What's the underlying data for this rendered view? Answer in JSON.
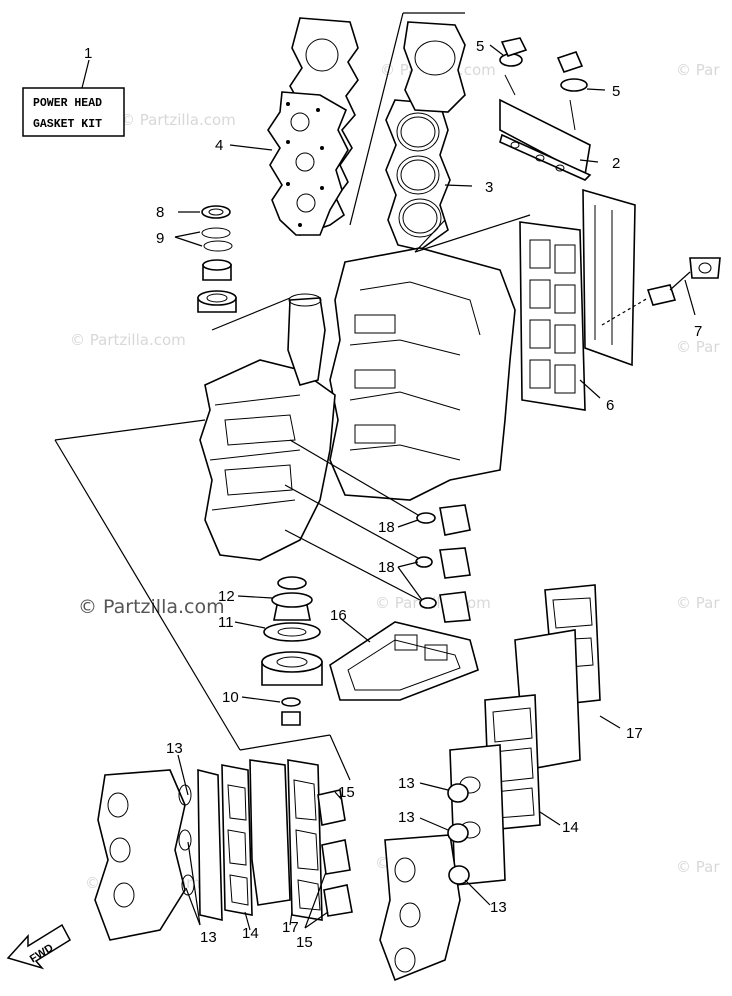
{
  "kit_label": {
    "line1": "POWER HEAD",
    "line2": "GASKET KIT"
  },
  "watermarks": {
    "main": "© Partzilla.com",
    "repeat": "© Partzilla.com",
    "right_edge": "© Par"
  },
  "fwd_label": "FWD",
  "callouts": {
    "c1": "1",
    "c2": "2",
    "c3": "3",
    "c4": "4",
    "c5a": "5",
    "c5b": "5",
    "c6": "6",
    "c7": "7",
    "c8": "8",
    "c9": "9",
    "c10": "10",
    "c11": "11",
    "c12": "12",
    "c13a": "13",
    "c13b": "13",
    "c13c": "13",
    "c13d": "13",
    "c13e": "13",
    "c14a": "14",
    "c14b": "14",
    "c15a": "15",
    "c15b": "15",
    "c16": "16",
    "c17a": "17",
    "c17b": "17",
    "c18a": "18",
    "c18b": "18"
  }
}
